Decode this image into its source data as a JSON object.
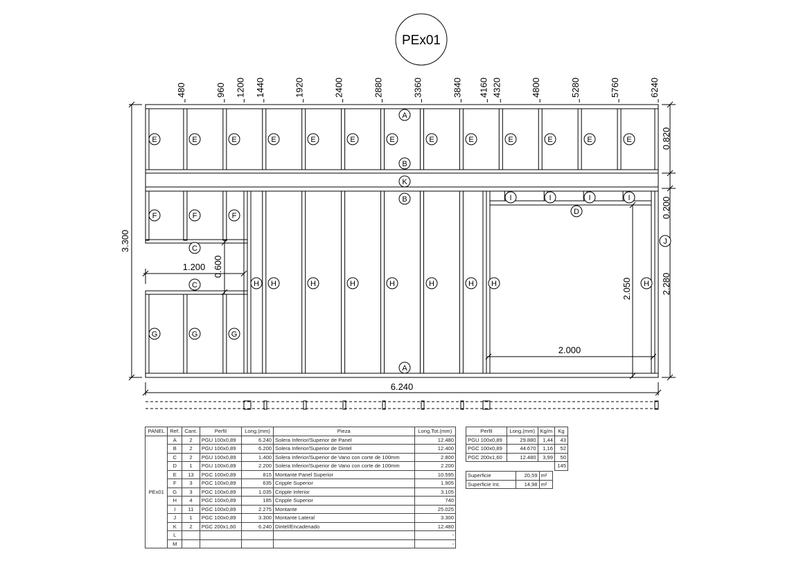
{
  "title": "PEx01",
  "top_dimensions": [
    "480",
    "960",
    "1200",
    "1440",
    "1920",
    "2400",
    "2880",
    "3360",
    "3840",
    "4160",
    "4320",
    "4800",
    "5280",
    "5760",
    "6240"
  ],
  "dimensions": {
    "total_height": "3.300",
    "total_width": "6.240",
    "top_panel": "0.820",
    "header_gap": "0.200",
    "lower_height": "2.280",
    "window_width": "1.200",
    "window_height": "0.600",
    "door_height": "2.050",
    "door_width": "2.000"
  },
  "markers": [
    "A",
    "A",
    "B",
    "B",
    "K",
    "E",
    "E",
    "E",
    "E",
    "E",
    "E",
    "E",
    "E",
    "E",
    "E",
    "E",
    "E",
    "E",
    "I",
    "I",
    "I",
    "I",
    "D",
    "F",
    "F",
    "F",
    "C",
    "C",
    "J",
    "H",
    "H",
    "H",
    "H",
    "H",
    "H",
    "H",
    "H",
    "H",
    "G",
    "G",
    "G"
  ],
  "parts_table": {
    "headers": [
      "PANEL",
      "Ref.",
      "Cant.",
      "Perfil",
      "Long.(mm)",
      "Pieza",
      "Long.Tot.(mm)"
    ],
    "panel": "PEx01",
    "rows": [
      [
        "A",
        "2",
        "PGU 100x0,89",
        "6.240",
        "Solera Inferior/Superior de Panel",
        "12.480"
      ],
      [
        "B",
        "2",
        "PGU 100x0,89",
        "6.200",
        "Solera Inferior/Superior de Dintel",
        "12.400"
      ],
      [
        "C",
        "2",
        "PGU 100x0,89",
        "1.400",
        "Solera Inferior/Superior de Vano con corte de 100mm",
        "2.800"
      ],
      [
        "D",
        "1",
        "PGU 100x0,89",
        "2.200",
        "Solera Inferior/Superior de Vano con corte de 100mm",
        "2.200"
      ],
      [
        "E",
        "13",
        "PGC 100x0,89",
        "815",
        "Montante Panel Superior",
        "10.595"
      ],
      [
        "F",
        "3",
        "PGC 100x0,89",
        "635",
        "Cripple Superior",
        "1.905"
      ],
      [
        "G",
        "3",
        "PGC 100x0,89",
        "1.035",
        "Cripple Inferior",
        "3.105"
      ],
      [
        "H",
        "4",
        "PGC 100x0,89",
        "185",
        "Cripple Superior",
        "740"
      ],
      [
        "I",
        "11",
        "PGC 100x0,89",
        "2.275",
        "Montante",
        "25.025"
      ],
      [
        "J",
        "1",
        "PGC 100x0,89",
        "3.300",
        "Montante Lateral",
        "3.300"
      ],
      [
        "K",
        "2",
        "PGC 200x1,60",
        "6.240",
        "Dintel/Encadenado",
        "12.480"
      ],
      [
        "L",
        "",
        "",
        "",
        "",
        "-"
      ],
      [
        "M",
        "",
        "",
        "",
        "",
        "-"
      ]
    ]
  },
  "weight_table": {
    "headers": [
      "Perfil",
      "Long.(mm)",
      "Kg/m",
      "Kg"
    ],
    "rows": [
      [
        "PGU 100x0,89",
        "29.880",
        "1,44",
        "43"
      ],
      [
        "PGC 100x0,89",
        "44.670",
        "1,16",
        "52"
      ],
      [
        "PGC 200x1,60",
        "12.480",
        "3,99",
        "50"
      ]
    ],
    "total": "145"
  },
  "surface_table": {
    "rows": [
      [
        "Superficie",
        "20,59",
        "m²"
      ],
      [
        "Superficie Int.",
        "14,98",
        "m²"
      ]
    ]
  }
}
